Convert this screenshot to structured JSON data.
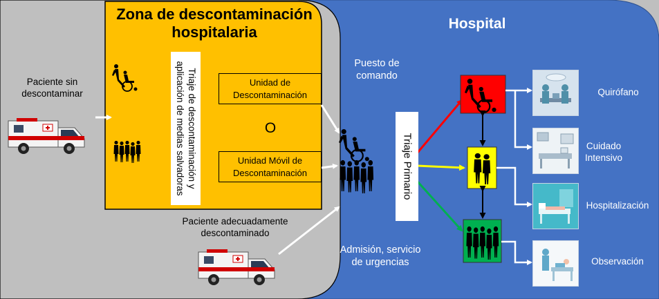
{
  "decon_zone": {
    "title_line1": "Zona de descontaminación",
    "title_line2": "hospitalaria",
    "triage_line1": "Triaje de descontaminación y",
    "triage_line2": "aplicación de medias salvadoras",
    "unit1_line1": "Unidad de",
    "unit1_line2": "Descontaminación",
    "or_text": "O",
    "unit2_line1": "Unidad Móvil de",
    "unit2_line2": "Descontaminación"
  },
  "outside": {
    "patient_contaminated_line1": "Paciente sin",
    "patient_contaminated_line2": "descontaminar",
    "patient_clean_line1": "Paciente adecuadamente",
    "patient_clean_line2": "descontaminado"
  },
  "hospital": {
    "title": "Hospital",
    "command_line1": "Puesto de",
    "command_line2": "comando",
    "primary_triage": "Triaje Primario",
    "admission_line1": "Admisión, servicio",
    "admission_line2": "de urgencias"
  },
  "destinations": {
    "quirofano": "Quirófano",
    "cuidado_line1": "Cuidado",
    "cuidado_line2": "Intensivo",
    "hospitalizacion": "Hospitalización",
    "observacion": "Observación"
  },
  "colors": {
    "grey_area": "#bfbfbf",
    "hospital_blue": "#4472c4",
    "decon_yellow": "#ffc000",
    "triage_red": "#ff0000",
    "triage_yellow": "#ffff00",
    "triage_green": "#00b050"
  }
}
